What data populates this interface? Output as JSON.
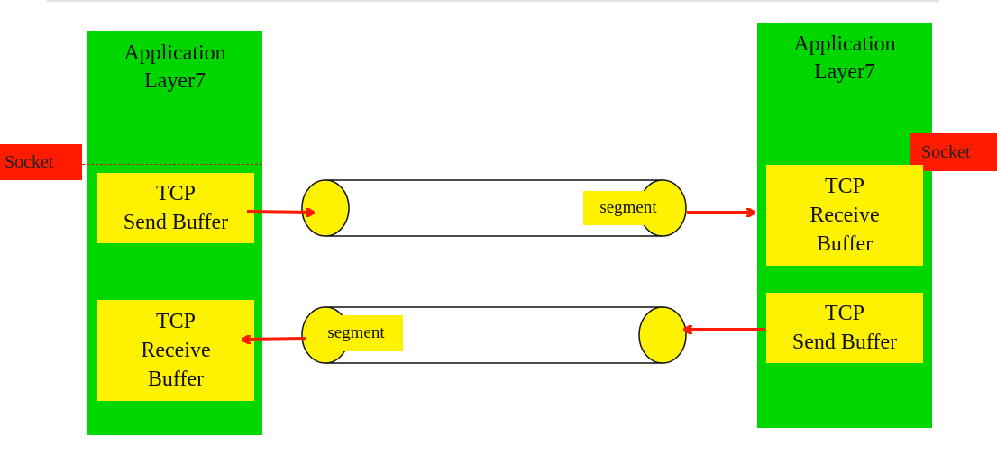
{
  "left_host": {
    "layer_title": "Application\nLayer7",
    "socket_label": "Socket",
    "send_buffer": "TCP\nSend Buffer",
    "receive_buffer": "TCP\nReceive\nBuffer"
  },
  "right_host": {
    "layer_title": "Application\nLayer7",
    "socket_label": "Socket",
    "receive_buffer": "TCP\nReceive\nBuffer",
    "send_buffer": "TCP\nSend Buffer"
  },
  "pipes": {
    "top_segment_label": "segment",
    "bottom_segment_label": "segment"
  },
  "colors": {
    "layer": "#00d600",
    "buffer": "#fff200",
    "socket": "#ff1a00",
    "arrow": "#ff1a00"
  }
}
